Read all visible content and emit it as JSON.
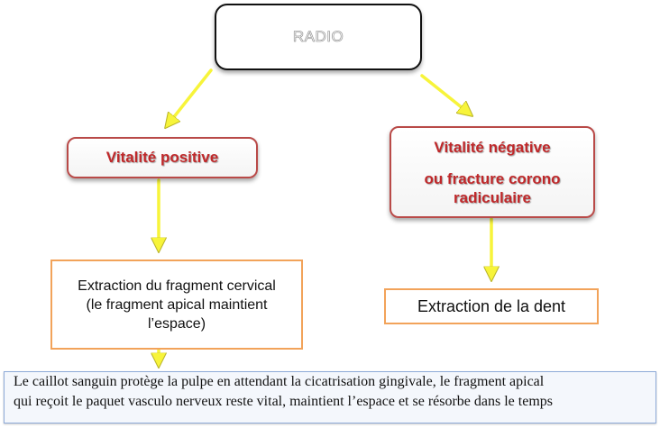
{
  "root": {
    "label": "RADIO"
  },
  "branches": {
    "positive": {
      "label": "Vitalité positive"
    },
    "negative": {
      "line1": "Vitalité négative",
      "line2": "ou fracture corono",
      "line3": "radiculaire"
    }
  },
  "actions": {
    "cervical": {
      "line1": "Extraction du fragment cervical",
      "line2": "(le fragment apical maintient",
      "line3": "l’espace)"
    },
    "dent": {
      "label": "Extraction de la dent"
    }
  },
  "note": {
    "line1": "Le caillot sanguin protège la pulpe en attendant la cicatrisation gingivale, le fragment apical",
    "line2": "qui reçoit le paquet vasculo nerveux reste vital, maintient l’espace et se résorbe dans le temps"
  },
  "colors": {
    "arrow": "#f7f43a",
    "arrow_outline": "#b9b42a",
    "red_text": "#c0282a",
    "red_border": "#b94a48",
    "orange_border": "#f2a35a",
    "note_border": "#8eaad8"
  }
}
